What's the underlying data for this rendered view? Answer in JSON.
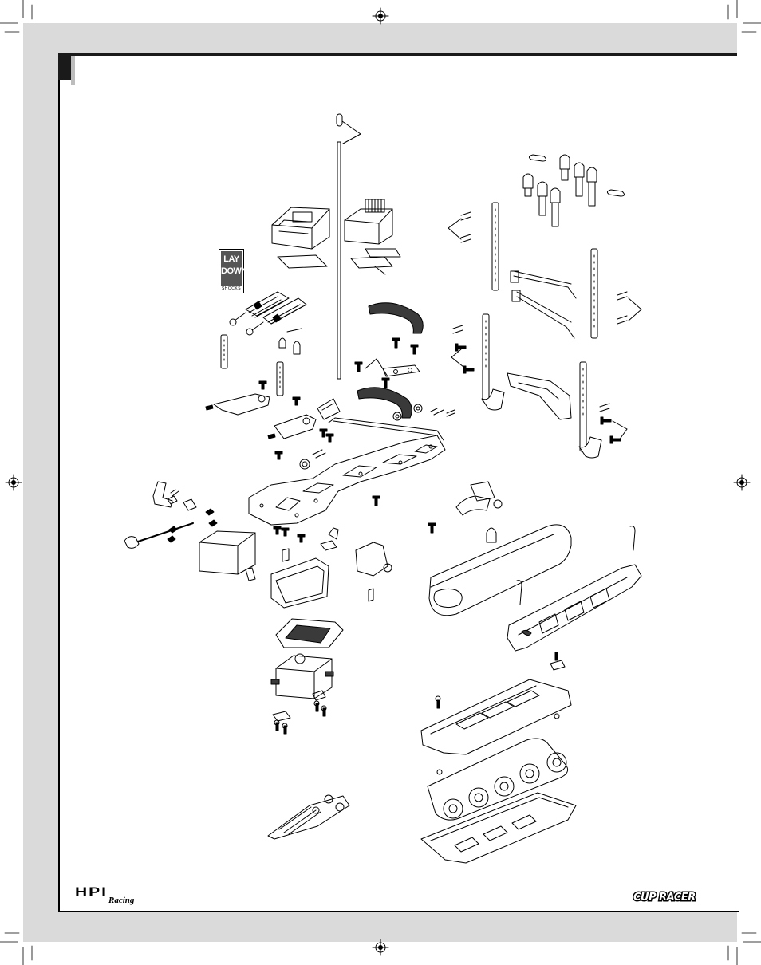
{
  "logos": {
    "hpi_main": "HPI",
    "hpi_sub": "Racing",
    "cup_racer": "CUP RACER",
    "lay_down_top": "LAY",
    "lay_down_bottom": "DOWN",
    "lay_down_sub": "SHOCKS"
  },
  "colors": {
    "frame": "#dadada",
    "ink": "#000000",
    "shade": "#3a3a3a",
    "badge": "#555555"
  }
}
